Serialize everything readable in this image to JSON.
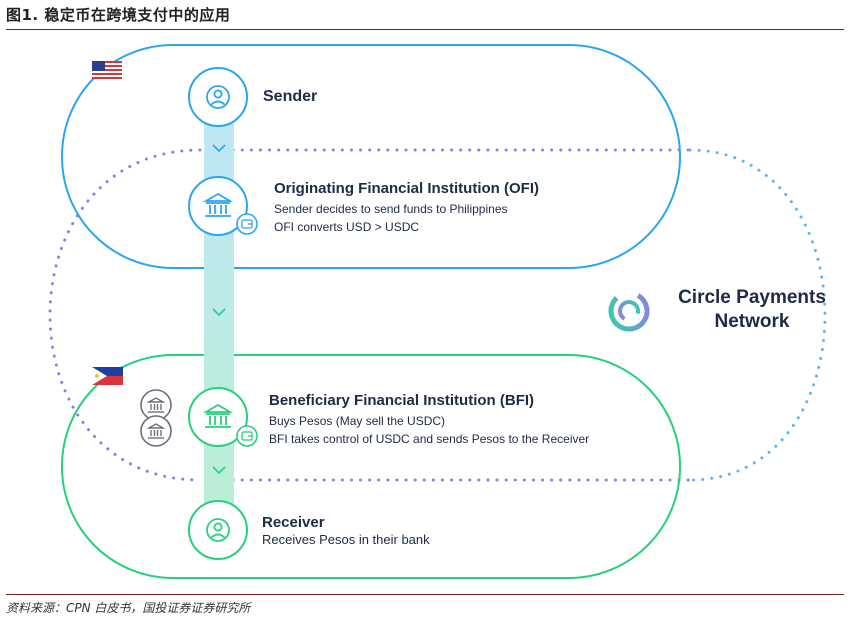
{
  "figure": {
    "title": "图1. 稳定币在跨境支付中的应用",
    "source": "资料来源：CPN 白皮书，国投证券证券研究所"
  },
  "network": {
    "name_line1": "Circle Payments",
    "name_line2": "Network"
  },
  "steps": {
    "sender": {
      "title": "Sender"
    },
    "ofi": {
      "title": "Originating Financial Institution (OFI)",
      "line1": "Sender decides to send funds to Philippines",
      "line2": "OFI converts USD > USDC"
    },
    "bfi": {
      "title": "Beneficiary Financial Institution (BFI)",
      "line1": "Buys Pesos (May sell the USDC)",
      "line2": "BFI takes control of USDC and sends Pesos to the Receiver"
    },
    "receiver": {
      "title": "Receiver",
      "line1": "Receives Pesos in their bank"
    }
  },
  "colors": {
    "blue": "#2aa6ef",
    "green": "#26d07c",
    "purple": "#8f7ce8",
    "dotted_blue": "#5fb6ef",
    "navy": "#1f2a44"
  },
  "icons": {
    "us_flag": "us-flag-icon",
    "ph_flag": "philippines-flag-icon",
    "user": "user-icon",
    "bank": "bank-icon",
    "wallet": "wallet-icon",
    "chevron": "chevron-down-icon",
    "logo": "circle-payments-logo"
  }
}
